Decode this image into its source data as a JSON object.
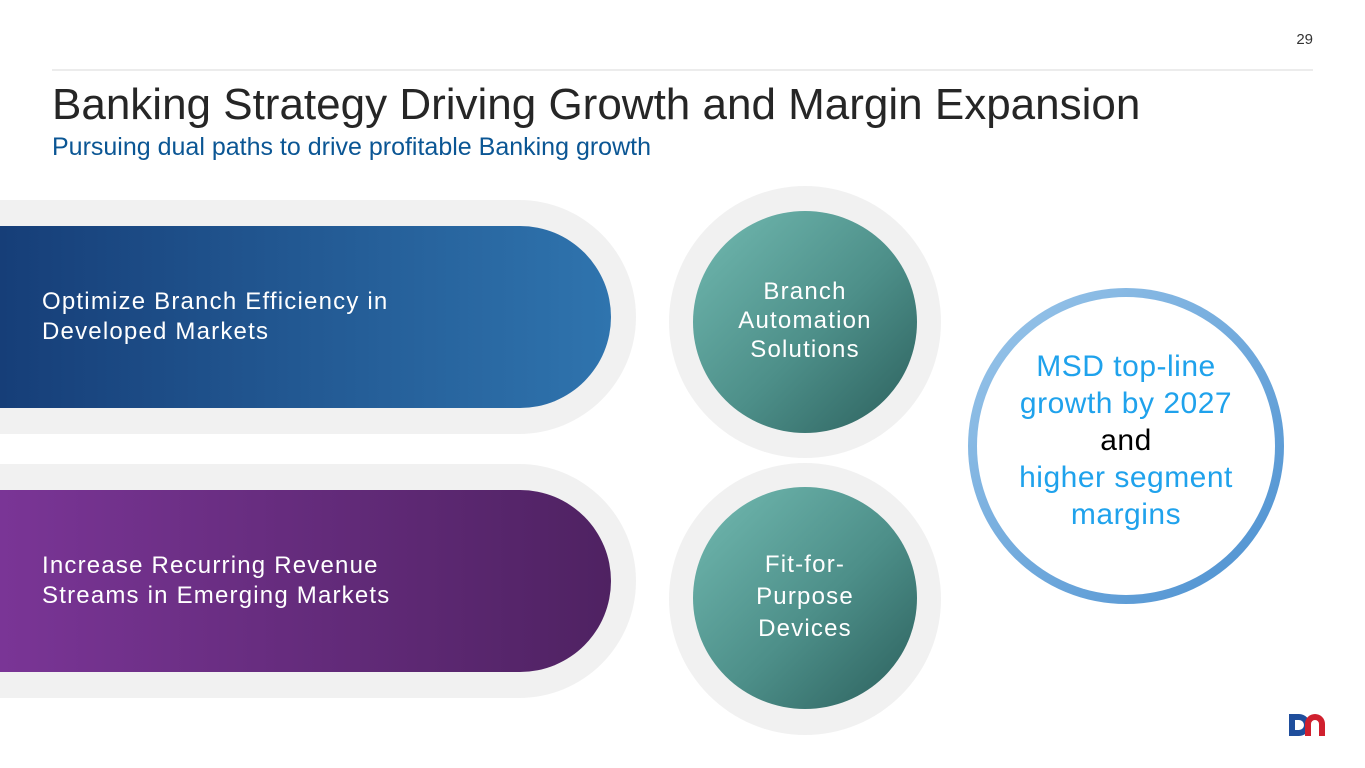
{
  "slide": {
    "page_number": "29",
    "title": "Banking Strategy Driving Growth and Margin Expansion",
    "subtitle": "Pursuing dual paths to drive profitable Banking growth"
  },
  "paths": [
    {
      "line1": "Optimize Branch Efficiency in",
      "line2": "Developed Markets",
      "color_start": "#163e78",
      "color_end": "#2f74ae"
    },
    {
      "line1": "Increase Recurring Revenue",
      "line2": "Streams in Emerging Markets",
      "color_start": "#7a3596",
      "color_end": "#4f2262"
    }
  ],
  "solutions": [
    {
      "lines": [
        "Branch",
        "Automation",
        "Solutions"
      ]
    },
    {
      "lines": [
        "Fit-for-",
        "Purpose",
        "Devices"
      ]
    }
  ],
  "outcome": {
    "line1": "MSD top-line",
    "line2": "growth by 2027",
    "connector": "and",
    "line3": "higher segment",
    "line4": "margins"
  },
  "logo": {
    "text": "DN",
    "colors": [
      "#1f4e9c",
      "#d0202e"
    ]
  }
}
